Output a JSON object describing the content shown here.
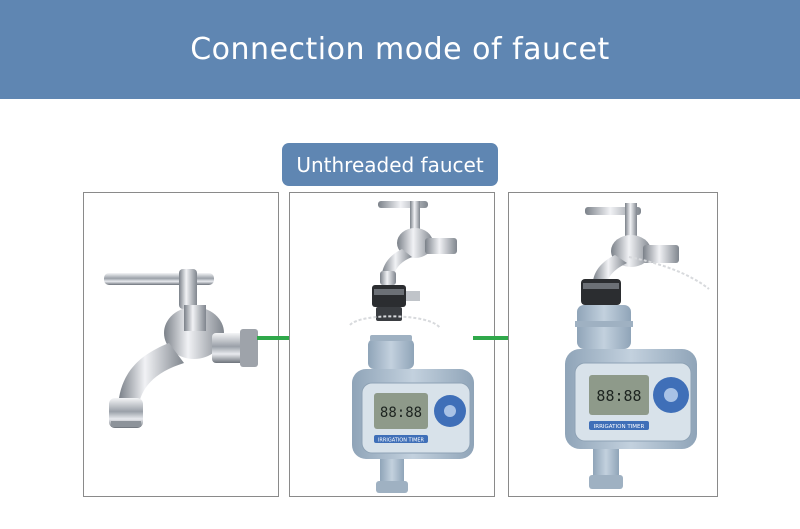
{
  "header": {
    "title": "Connection mode of faucet"
  },
  "step_label": "Unthreaded faucet",
  "panels": [
    {
      "icon": "faucet-icon"
    },
    {
      "icon": "faucet-with-adapter-and-timer-icon",
      "timer_label": "IRRIGATION TIMER",
      "timer_display": "88:88"
    },
    {
      "icon": "faucet-connected-timer-icon",
      "timer_label": "IRRIGATION TIMER",
      "timer_display": "88:88"
    }
  ],
  "colors": {
    "banner": "#5f86b2",
    "arrow": "#2fa84a",
    "timer_body": "#a9bccd",
    "chrome": "#b8bcc2"
  }
}
